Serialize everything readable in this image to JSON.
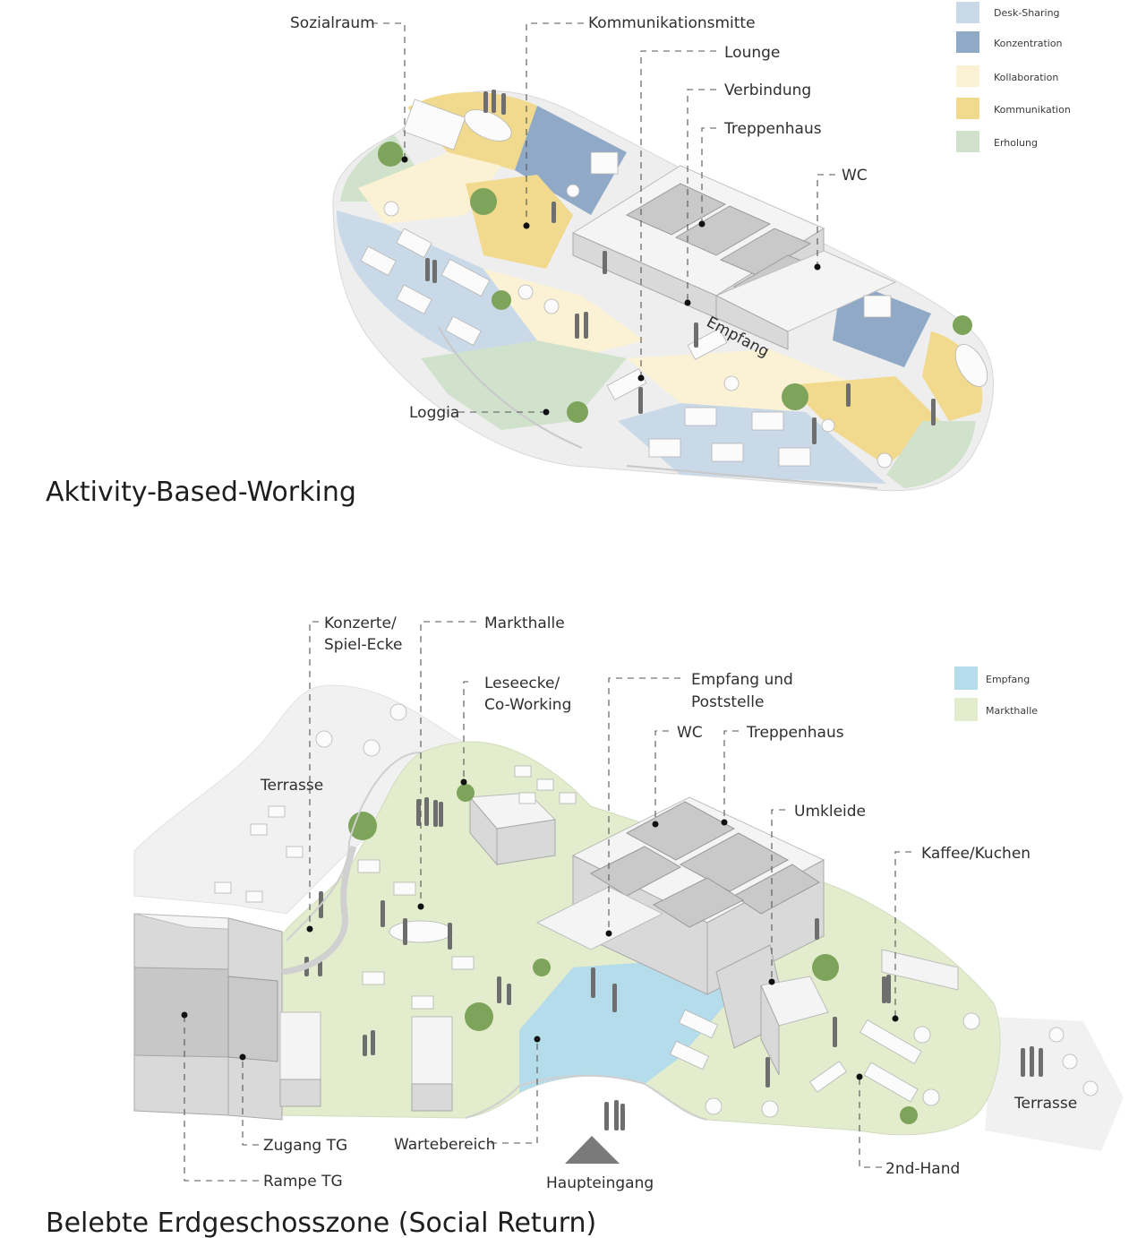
{
  "upper": {
    "title": "Aktivity-Based-Working",
    "legend": [
      {
        "label": "Desk-Sharing",
        "color": "#c9d9e8"
      },
      {
        "label": "Konzentration",
        "color": "#8fa9c6"
      },
      {
        "label": "Kollaboration",
        "color": "#fbf2d5"
      },
      {
        "label": "Kommunikation",
        "color": "#f1d98e"
      },
      {
        "label": "Erholung",
        "color": "#d1e2cc"
      }
    ],
    "labels": {
      "sozialraum": "Sozialraum",
      "kommunikationsmitte": "Kommunikationsmitte",
      "lounge": "Lounge",
      "verbindung": "Verbindung",
      "treppenhaus": "Treppenhaus",
      "wc": "WC",
      "empfang": "Empfang",
      "loggia": "Loggia"
    }
  },
  "lower": {
    "title": "Belebte Erdgeschosszone (Social Return)",
    "legend": [
      {
        "label": "Empfang",
        "color": "#b5dcea"
      },
      {
        "label": "Markthalle",
        "color": "#e3eccd"
      }
    ],
    "labels": {
      "konzerte_1": "Konzerte/",
      "konzerte_2": "Spiel-Ecke",
      "markthalle": "Markthalle",
      "leseecke_1": "Leseecke/",
      "leseecke_2": "Co-Working",
      "empfang_1": "Empfang und",
      "empfang_2": "Poststelle",
      "wc": "WC",
      "treppenhaus": "Treppenhaus",
      "terrasse_left": "Terrasse",
      "umkleide": "Umkleide",
      "kaffee": "Kaffee/Kuchen",
      "terrasse_right": "Terrasse",
      "zugang": "Zugang TG",
      "wartebereich": "Wartebereich",
      "rampe": "Rampe TG",
      "haupteingang": "Haupteingang",
      "secondhand": "2nd-Hand"
    }
  }
}
